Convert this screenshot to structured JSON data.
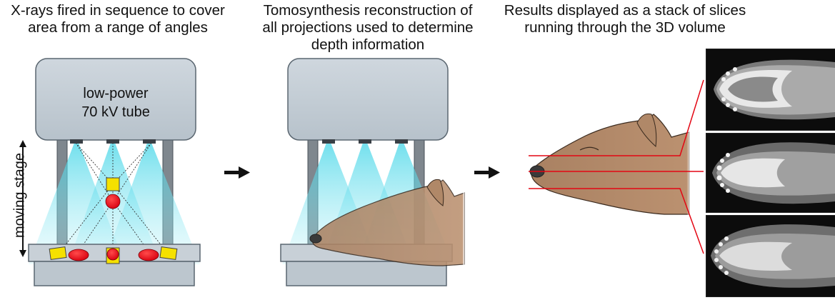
{
  "captions": {
    "step1_line1": "X-rays fired in sequence to cover",
    "step1_line2": "area from a range of angles",
    "step2_line1": "Tomosynthesis reconstruction of",
    "step2_line2": "all projections used to determine",
    "step2_line3": "depth information",
    "step3_line1": "Results displayed as a stack of slices",
    "step3_line2": "running through the 3D volume"
  },
  "tube": {
    "line1": "low-power",
    "line2": "70 kV tube"
  },
  "stage_label": "moving stage",
  "colors": {
    "housing": "#c2ccd4",
    "housing_stroke": "#5a6670",
    "pillar": "#7f878e",
    "beam": "#4fd8e8",
    "detector_yellow": "#f5e100",
    "object_red": "#e30613",
    "dog_fur": "#b38a68",
    "slice_line": "#e30613"
  },
  "icons": [
    "arrow-right-icon",
    "arrow-right-icon",
    "double-arrow-vertical-icon"
  ]
}
